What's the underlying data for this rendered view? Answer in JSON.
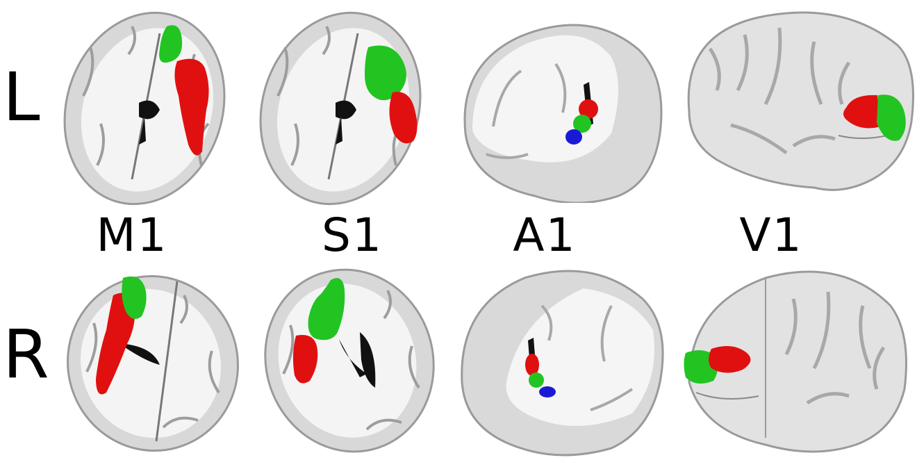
{
  "rows": [
    {
      "id": "left",
      "label": "L"
    },
    {
      "id": "right",
      "label": "R"
    }
  ],
  "columns": [
    {
      "id": "m1",
      "label": "M1"
    },
    {
      "id": "s1",
      "label": "S1"
    },
    {
      "id": "a1",
      "label": "A1"
    },
    {
      "id": "v1",
      "label": "V1"
    }
  ],
  "colors": {
    "background": "#ffffff",
    "cortex_light": "#ececec",
    "cortex_mid": "#c9c9c9",
    "cortex_dark": "#8a8a8a",
    "white_matter": "#f6f6f6",
    "ventricle": "#111111",
    "segment_red": "#e01010",
    "segment_green": "#22c422",
    "segment_blue": "#1a1ad6"
  }
}
